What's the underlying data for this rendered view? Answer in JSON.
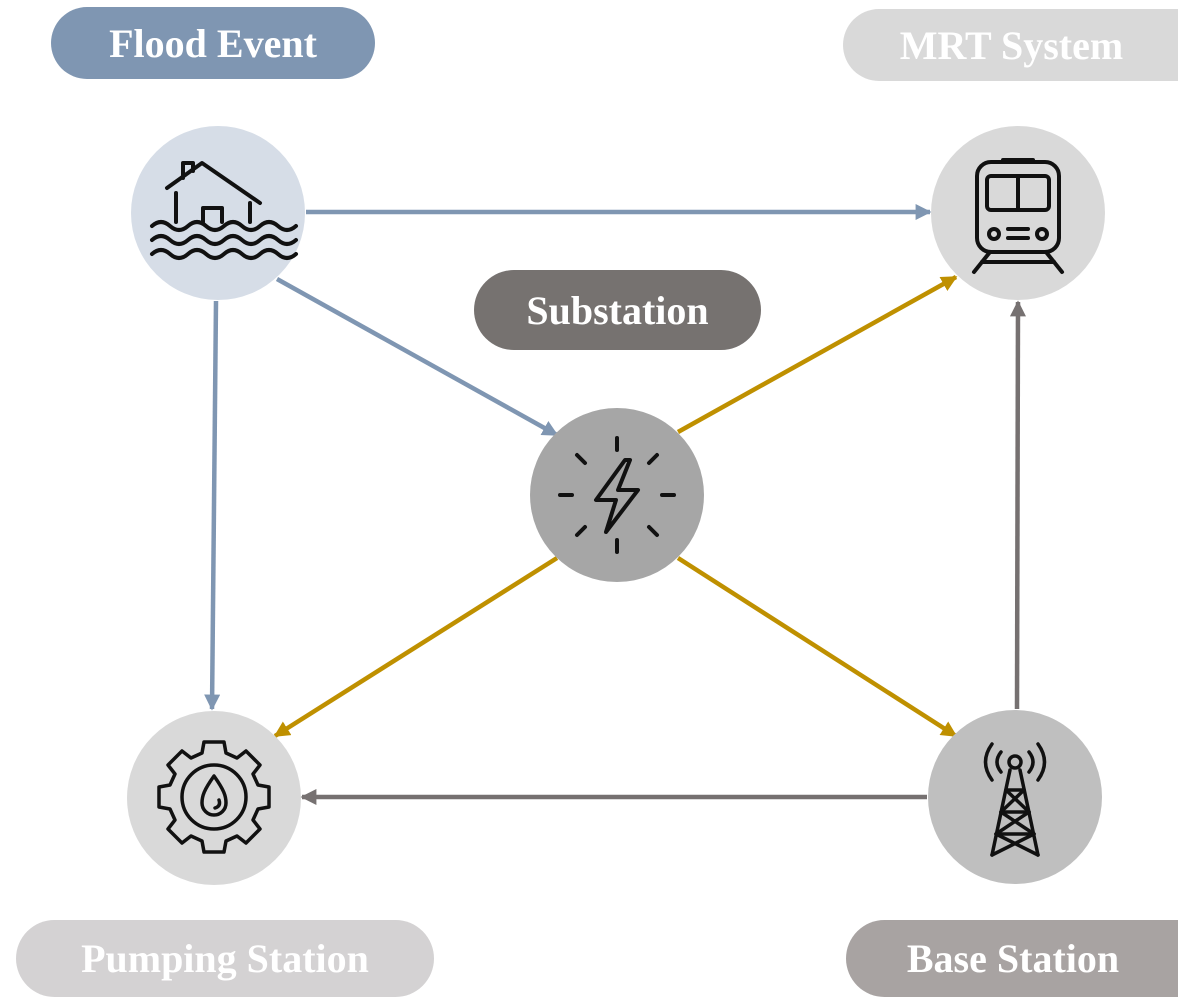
{
  "nodes": {
    "flood_event": {
      "label": "Flood Event",
      "icon": "flooded-house-icon",
      "color": "#7f96b2",
      "circle_color": "#d6dde7"
    },
    "mrt_system": {
      "label": "MRT System",
      "icon": "train-icon",
      "color": "#d9d9d9",
      "circle_color": "#d9d9d9"
    },
    "substation": {
      "label": "Substation",
      "icon": "lightning-icon",
      "color": "#767270",
      "circle_color": "#a6a6a6"
    },
    "pumping_station": {
      "label": "Pumping Station",
      "icon": "gear-water-drop-icon",
      "color": "#d4d2d3",
      "circle_color": "#d9d9d9"
    },
    "base_station": {
      "label": "Base Station",
      "icon": "cell-tower-icon",
      "color": "#a8a3a2",
      "circle_color": "#bfbfbf"
    }
  },
  "edges": [
    {
      "from": "flood_event",
      "to": "mrt_system",
      "color": "#7f96b2"
    },
    {
      "from": "flood_event",
      "to": "substation",
      "color": "#7f96b2"
    },
    {
      "from": "flood_event",
      "to": "pumping_station",
      "color": "#7f96b2"
    },
    {
      "from": "substation",
      "to": "mrt_system",
      "color": "#bf9000"
    },
    {
      "from": "substation",
      "to": "pumping_station",
      "color": "#bf9000"
    },
    {
      "from": "substation",
      "to": "base_station",
      "color": "#bf9000"
    },
    {
      "from": "base_station",
      "to": "mrt_system",
      "color": "#767171"
    },
    {
      "from": "base_station",
      "to": "pumping_station",
      "color": "#767171"
    }
  ]
}
